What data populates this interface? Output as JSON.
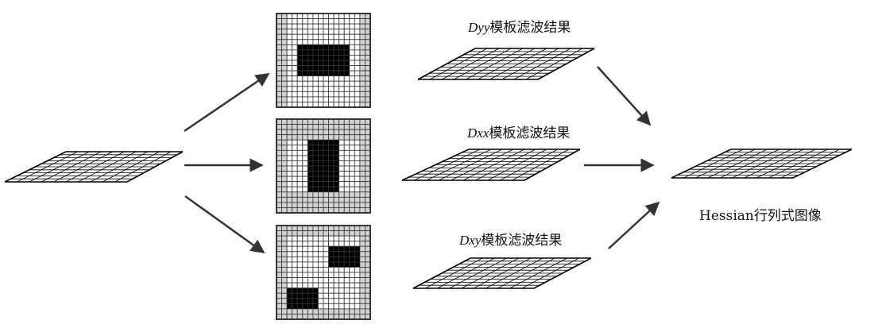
{
  "labels": {
    "dyy_prefix": "Dyy",
    "dyy_suffix": "模板滤波结果",
    "dxx_prefix": "Dxx",
    "dxx_suffix": "模板滤波结果",
    "dxy_prefix": "Dxy",
    "dxy_suffix": "模板滤波结果",
    "hessian": "Hessian行列式图像"
  },
  "colors": {
    "line": "#000000",
    "gray": "#d3d3d3",
    "white": "#ffffff",
    "black": "#000000",
    "arrow": "#333333"
  },
  "kernels": {
    "grid_size": 9,
    "dyy_matrix": [
      "GWWWWWWWG",
      "GWWWWWWWG",
      "GWWWWWWWG",
      "GWBBBBBWG",
      "GWBBBBBWG",
      "GWBBBBBWG",
      "GWWWWWWWG",
      "GWWWWWWWG",
      "GWWWWWWWG"
    ],
    "dxx_matrix": [
      "GGGGGGGGG",
      "GGGGGGGGG",
      "GWWBBBWWG",
      "GWWBBBWWG",
      "GWWBBBWWG",
      "GWWBBBWWG",
      "GWWBBBWWG",
      "GGGGGGGGG",
      "GGGGGGGGG"
    ],
    "dxy_matrix": [
      "GGGGGGGGG",
      "GWWWWWWWG",
      "GWWWWBBBG",
      "GWWWWBBBG",
      "GWWWWWWWG",
      "GWWWWWWWG",
      "GBBBWWWWG",
      "GBBBWWWWG",
      "GGGGGGGGG"
    ]
  }
}
